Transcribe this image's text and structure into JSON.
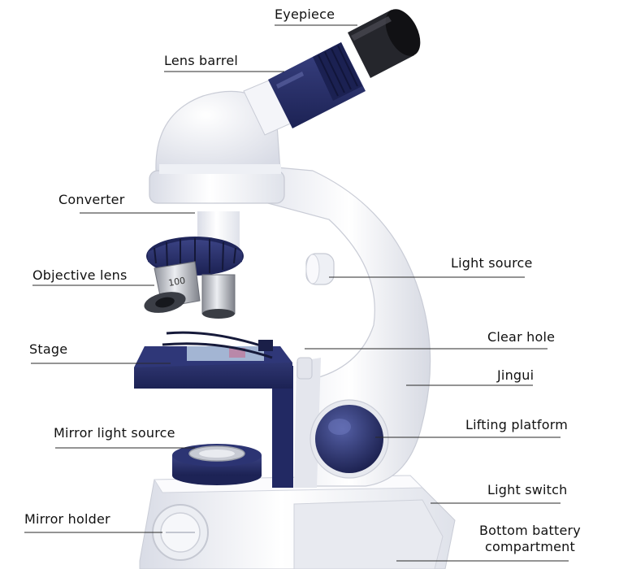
{
  "labels": {
    "eyepiece": "Eyepiece",
    "lens_barrel": "Lens barrel",
    "converter": "Converter",
    "objective_lens": "Objective lens",
    "stage": "Stage",
    "mirror_light_source": "Mirror light source",
    "mirror_holder": "Mirror holder",
    "light_source": "Light source",
    "clear_hole": "Clear hole",
    "jingui": "Jingui",
    "lifting_platform": "Lifting platform",
    "light_switch": "Light switch",
    "bottom_battery_line1": "Bottom battery",
    "bottom_battery_line2": "compartment"
  },
  "objective_marking": "100",
  "colors": {
    "body_white": "#f2f3f8",
    "navy": "#232a63",
    "eyepiece_black": "#1b1b1f",
    "metal": "#b9bcc4",
    "leader_line": "#2a2a2a"
  }
}
